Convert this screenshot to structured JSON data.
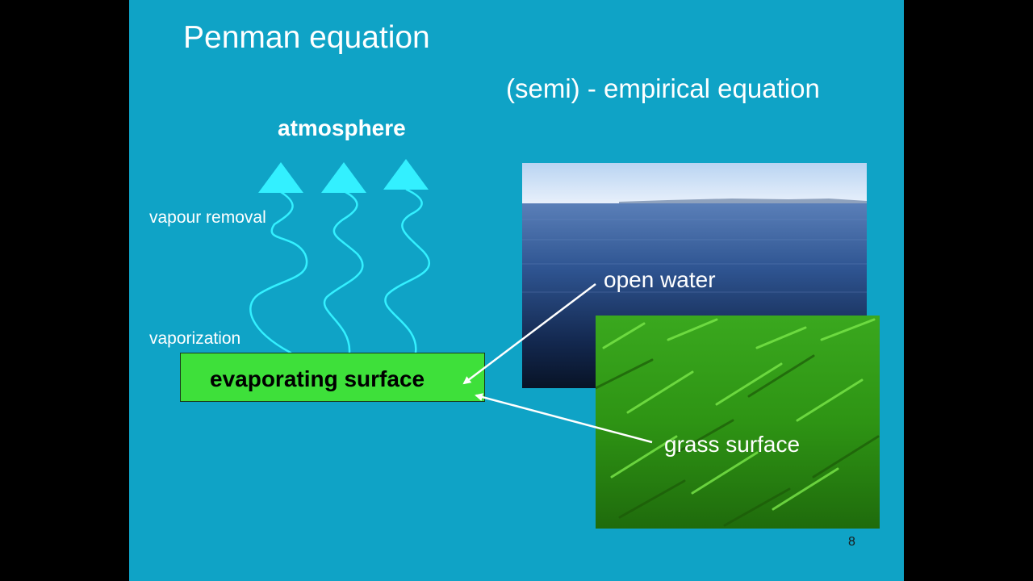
{
  "slide": {
    "title": "Penman equation",
    "subtitle": "(semi) - empirical equation",
    "atmosphere_label": "atmosphere",
    "vapour_removal_label": "vapour removal",
    "vaporization_label": "vaporization",
    "evaporating_surface_label": "evaporating surface",
    "open_water_label": "open water",
    "grass_surface_label": "grass surface",
    "slide_number": "8"
  },
  "colors": {
    "slide_background": "#0fa3c6",
    "vapour_arrows": "#33f0ff",
    "surface_box": "#3ee03a",
    "text": "#ffffff"
  }
}
